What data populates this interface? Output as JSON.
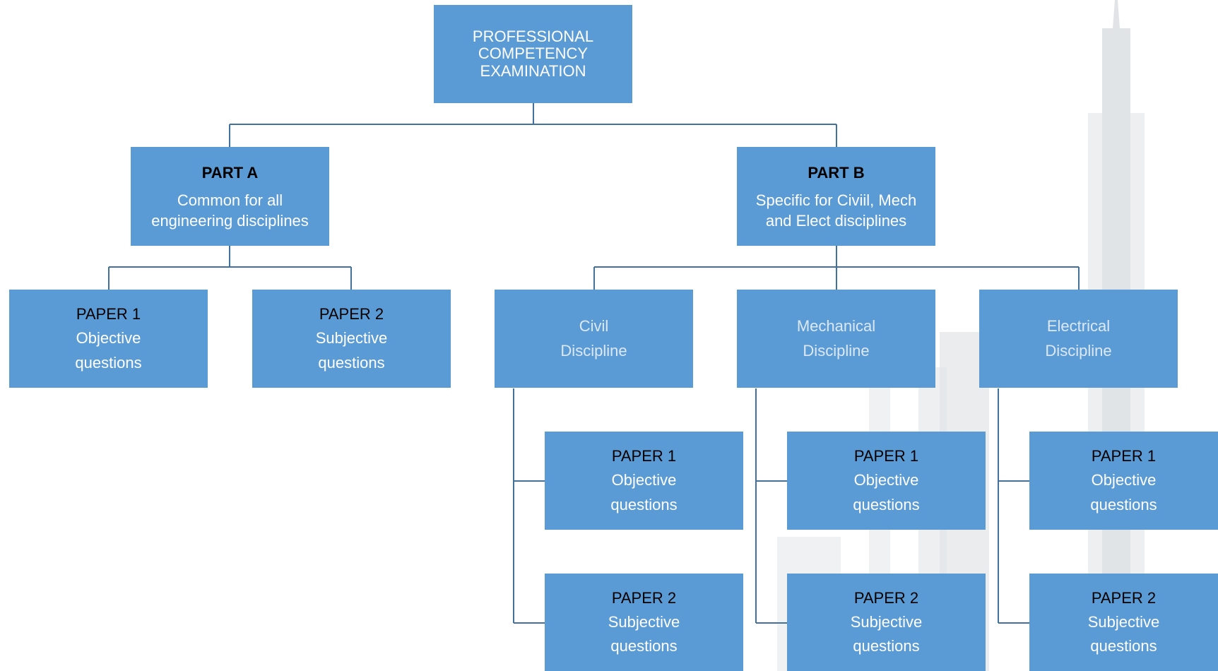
{
  "colors": {
    "box": "#5b9bd5",
    "connector": "#41719c",
    "heading_text": "#000000",
    "body_text": "#ffffff"
  },
  "root": {
    "title": "PROFESSIONAL COMPETENCY EXAMINATION"
  },
  "part_a": {
    "heading": "PART A",
    "description": "Common for all engineering disciplines",
    "papers": [
      {
        "heading": "PAPER 1",
        "description": "Objective questions"
      },
      {
        "heading": "PAPER 2",
        "description": "Subjective questions"
      }
    ]
  },
  "part_b": {
    "heading": "PART B",
    "description": "Specific for Civiil, Mech and Elect disciplines",
    "disciplines": [
      {
        "name": "Civil Discipline",
        "papers": [
          {
            "heading": "PAPER 1",
            "description": "Objective questions"
          },
          {
            "heading": "PAPER 2",
            "description": "Subjective questions"
          }
        ]
      },
      {
        "name": "Mechanical Discipline",
        "papers": [
          {
            "heading": "PAPER 1",
            "description": "Objective questions"
          },
          {
            "heading": "PAPER 2",
            "description": "Subjective questions"
          }
        ]
      },
      {
        "name": "Electrical Discipline",
        "papers": [
          {
            "heading": "PAPER 1",
            "description": "Objective questions"
          },
          {
            "heading": "PAPER 2",
            "description": "Subjective questions"
          }
        ]
      }
    ]
  }
}
